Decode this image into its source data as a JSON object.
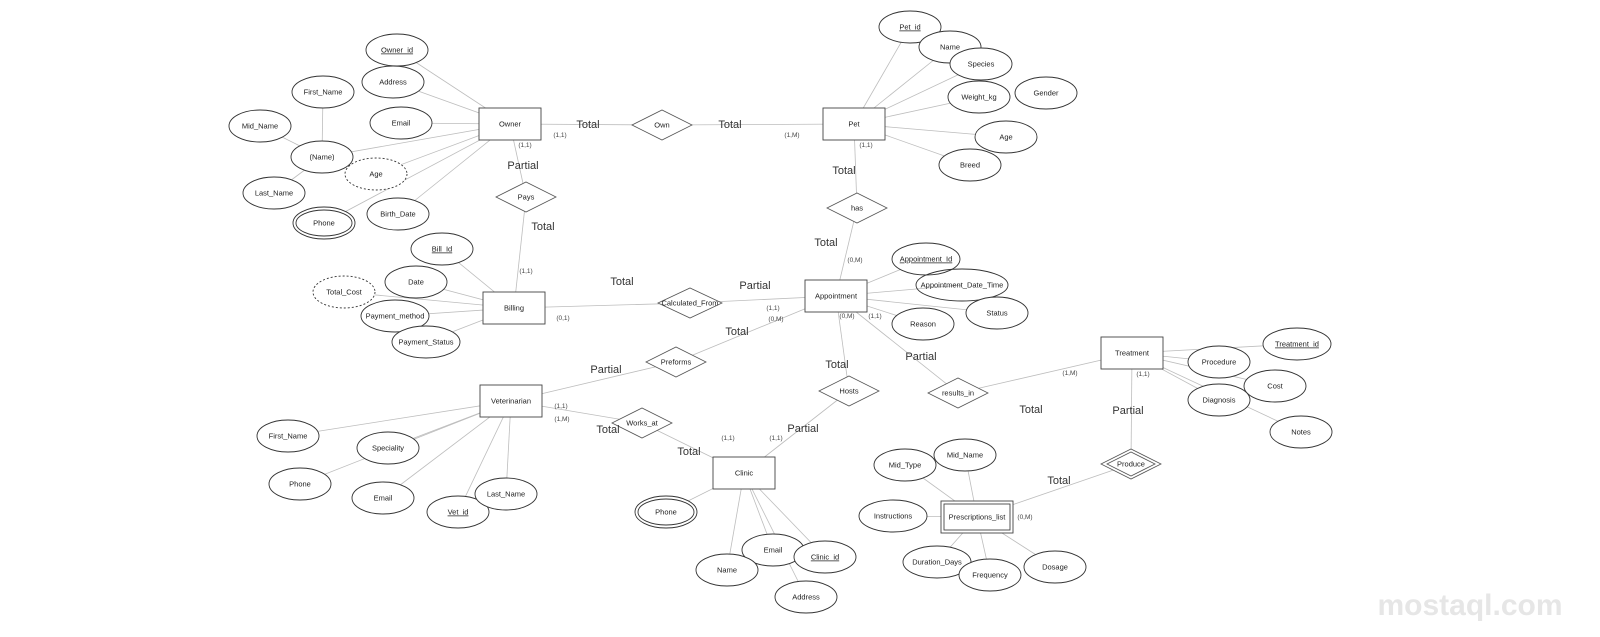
{
  "entities": [
    {
      "id": "owner",
      "label": "Owner"
    },
    {
      "id": "pet",
      "label": "Pet"
    },
    {
      "id": "billing",
      "label": "Billing"
    },
    {
      "id": "appointment",
      "label": "Appointment"
    },
    {
      "id": "veterinarian",
      "label": "Veterinarian"
    },
    {
      "id": "clinic",
      "label": "Clinic"
    },
    {
      "id": "treatment",
      "label": "Treatment"
    },
    {
      "id": "prescriptions",
      "label": "Prescriptions_list",
      "weak": true
    }
  ],
  "relationships": [
    {
      "id": "own",
      "label": "Own"
    },
    {
      "id": "pays",
      "label": "Pays"
    },
    {
      "id": "has",
      "label": "has"
    },
    {
      "id": "calc",
      "label": "Calculated_From"
    },
    {
      "id": "preforms",
      "label": "Preforms"
    },
    {
      "id": "works_at",
      "label": "Works_at"
    },
    {
      "id": "hosts",
      "label": "Hosts"
    },
    {
      "id": "results_in",
      "label": "results_in"
    },
    {
      "id": "produce",
      "label": "Produce",
      "identifying": true
    }
  ],
  "attributes": [
    {
      "label": "Owner_id",
      "key": true
    },
    {
      "label": "Address"
    },
    {
      "label": "Email"
    },
    {
      "label": "First_Name"
    },
    {
      "label": "Mid_Name"
    },
    {
      "label": "(Name)"
    },
    {
      "label": "Age",
      "derived": true
    },
    {
      "label": "Last_Name"
    },
    {
      "label": "Phone",
      "multi": true
    },
    {
      "label": "Birth_Date"
    },
    {
      "label": "Pet_id",
      "key": true
    },
    {
      "label": "Name"
    },
    {
      "label": "Species"
    },
    {
      "label": "Weight_kg"
    },
    {
      "label": "Gender"
    },
    {
      "label": "Age"
    },
    {
      "label": "Breed"
    },
    {
      "label": "Bill_Id",
      "key": true
    },
    {
      "label": "Date"
    },
    {
      "label": "Total_Cost",
      "derived": true
    },
    {
      "label": "Payment_method"
    },
    {
      "label": "Payment_Status"
    },
    {
      "label": "Appointment_Id",
      "key": true
    },
    {
      "label": "Appointment_Date_Time"
    },
    {
      "label": "Status"
    },
    {
      "label": "Reason"
    },
    {
      "label": "Treatment_id",
      "key": true
    },
    {
      "label": "Procedure"
    },
    {
      "label": "Cost"
    },
    {
      "label": "Diagnosis"
    },
    {
      "label": "Notes"
    },
    {
      "label": "First_Name"
    },
    {
      "label": "Speciality"
    },
    {
      "label": "Phone"
    },
    {
      "label": "Email"
    },
    {
      "label": "Vet_id",
      "key": true
    },
    {
      "label": "Last_Name"
    },
    {
      "label": "Phone",
      "multi": true
    },
    {
      "label": "Email"
    },
    {
      "label": "Clinic_id",
      "key": true
    },
    {
      "label": "Name"
    },
    {
      "label": "Address"
    },
    {
      "label": "Mid_Type"
    },
    {
      "label": "Mid_Name"
    },
    {
      "label": "Instructions"
    },
    {
      "label": "Duration_Days"
    },
    {
      "label": "Frequency"
    },
    {
      "label": "Dosage"
    }
  ],
  "participation": [
    "Total",
    "Total",
    "Partial",
    "Total",
    "Total",
    "Total",
    "Total",
    "Partial",
    "Total",
    "Partial",
    "Total",
    "Total",
    "Partial",
    "Total",
    "Partial",
    "Total",
    "Partial",
    "Total"
  ],
  "cardinalities": [
    "(1,1)",
    "(1,1)",
    "(1,M)",
    "(1,1)",
    "(1,1)",
    "(0,1)",
    "(0,M)",
    "(1,1)",
    "(0,M)",
    "(0,M)",
    "(1,1)",
    "(1,1)",
    "(1,M)",
    "(1,1)",
    "(1,1)",
    "(1,M)",
    "(1,1)",
    "(0,M)"
  ],
  "watermark": "mostaql.com"
}
